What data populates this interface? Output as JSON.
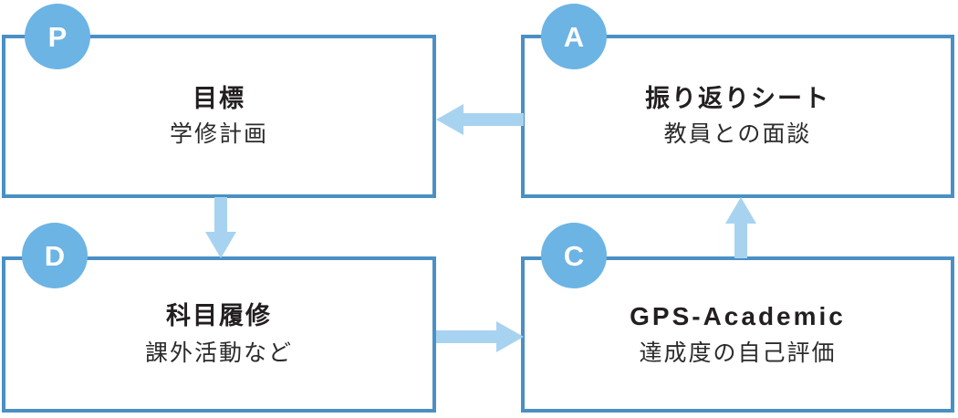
{
  "diagram": {
    "type": "pdca-cycle",
    "colors": {
      "box_border": "#4a90c4",
      "badge_fill": "#6cb4e4",
      "badge_text": "#ffffff",
      "arrow_fill": "#a8d3f0",
      "title_text": "#231f20",
      "subtitle_text": "#2b2b2b",
      "background": "#ffffff"
    },
    "nodes": [
      {
        "key": "plan",
        "badge": "P",
        "title": "目標",
        "subtitle": "学修計画",
        "position": "top-left"
      },
      {
        "key": "act",
        "badge": "A",
        "title": "振り返りシート",
        "subtitle": "教員との面談",
        "position": "top-right"
      },
      {
        "key": "do",
        "badge": "D",
        "title": "科目履修",
        "subtitle": "課外活動など",
        "position": "bottom-left"
      },
      {
        "key": "check",
        "badge": "C",
        "title": "GPS-Academic",
        "subtitle": "達成度の自己評価",
        "position": "bottom-right"
      }
    ],
    "arrows": [
      {
        "key": "act-to-plan",
        "from": "act",
        "to": "plan",
        "direction": "left",
        "icon": "arrow-left-icon"
      },
      {
        "key": "plan-to-do",
        "from": "plan",
        "to": "do",
        "direction": "down",
        "icon": "arrow-down-icon"
      },
      {
        "key": "do-to-check",
        "from": "do",
        "to": "check",
        "direction": "right",
        "icon": "arrow-right-icon"
      },
      {
        "key": "check-to-act",
        "from": "check",
        "to": "act",
        "direction": "up",
        "icon": "arrow-up-icon"
      }
    ]
  }
}
